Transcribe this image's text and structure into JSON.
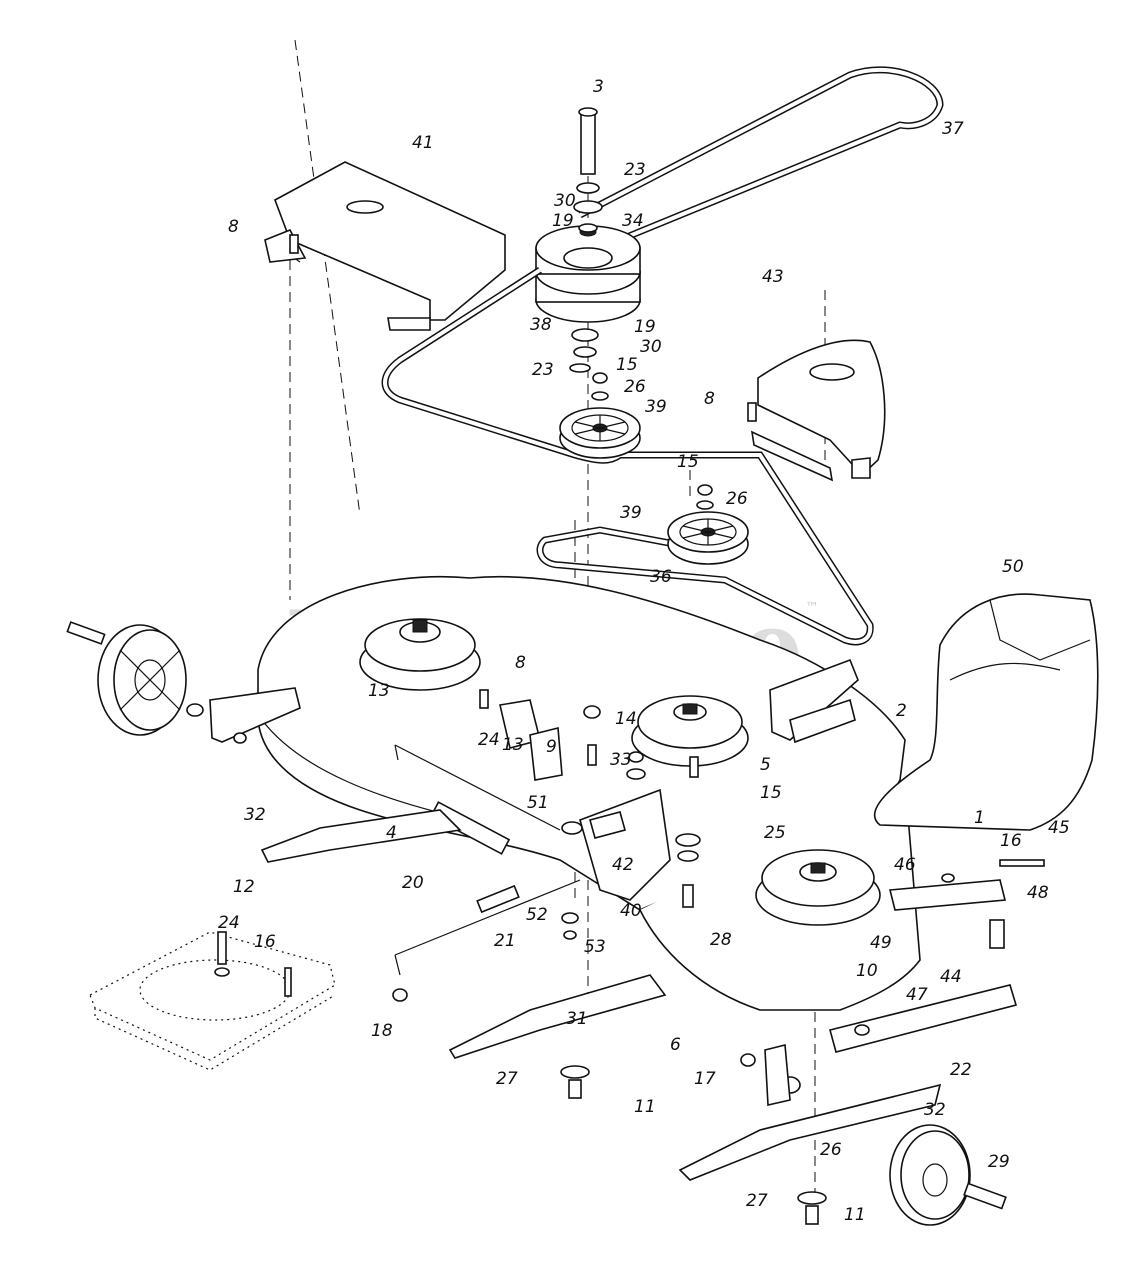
{
  "watermark": {
    "text": "PartsTree",
    "trademark": "™"
  },
  "callouts": [
    {
      "name": "callout-3",
      "text": "3"
    },
    {
      "name": "callout-37",
      "text": "37"
    },
    {
      "name": "callout-41",
      "text": "41"
    },
    {
      "name": "callout-23-top",
      "text": "23"
    },
    {
      "name": "callout-8-left",
      "text": "8"
    },
    {
      "name": "callout-30-top",
      "text": "30"
    },
    {
      "name": "callout-19-top",
      "text": "19"
    },
    {
      "name": "callout-34",
      "text": "34"
    },
    {
      "name": "callout-38",
      "text": "38"
    },
    {
      "name": "callout-19-mid",
      "text": "19"
    },
    {
      "name": "callout-30-mid",
      "text": "30"
    },
    {
      "name": "callout-43",
      "text": "43"
    },
    {
      "name": "callout-23-mid",
      "text": "23"
    },
    {
      "name": "callout-15-top",
      "text": "15"
    },
    {
      "name": "callout-26-top",
      "text": "26"
    },
    {
      "name": "callout-8-right",
      "text": "8"
    },
    {
      "name": "callout-39-top",
      "text": "39"
    },
    {
      "name": "callout-15-mid",
      "text": "15"
    },
    {
      "name": "callout-26-mid",
      "text": "26"
    },
    {
      "name": "callout-39-low",
      "text": "39"
    },
    {
      "name": "callout-36",
      "text": "36"
    },
    {
      "name": "callout-50",
      "text": "50"
    },
    {
      "name": "callout-8-deck",
      "text": "8"
    },
    {
      "name": "callout-2",
      "text": "2"
    },
    {
      "name": "callout-14",
      "text": "14"
    },
    {
      "name": "callout-24-deck",
      "text": "24"
    },
    {
      "name": "callout-13-mid",
      "text": "13"
    },
    {
      "name": "callout-9",
      "text": "9"
    },
    {
      "name": "callout-13-left",
      "text": "13"
    },
    {
      "name": "callout-33",
      "text": "33"
    },
    {
      "name": "callout-5",
      "text": "5"
    },
    {
      "name": "callout-32-left",
      "text": "32"
    },
    {
      "name": "callout-51",
      "text": "51"
    },
    {
      "name": "callout-15-low",
      "text": "15"
    },
    {
      "name": "callout-25",
      "text": "25"
    },
    {
      "name": "callout-1",
      "text": "1"
    },
    {
      "name": "callout-16-right",
      "text": "16"
    },
    {
      "name": "callout-45",
      "text": "45"
    },
    {
      "name": "callout-4",
      "text": "4"
    },
    {
      "name": "callout-42",
      "text": "42"
    },
    {
      "name": "callout-20",
      "text": "20"
    },
    {
      "name": "callout-46",
      "text": "46"
    },
    {
      "name": "callout-48",
      "text": "48"
    },
    {
      "name": "callout-12",
      "text": "12"
    },
    {
      "name": "callout-40",
      "text": "40"
    },
    {
      "name": "callout-52",
      "text": "52"
    },
    {
      "name": "callout-28",
      "text": "28"
    },
    {
      "name": "callout-24-left",
      "text": "24"
    },
    {
      "name": "callout-16-left",
      "text": "16"
    },
    {
      "name": "callout-21",
      "text": "21"
    },
    {
      "name": "callout-53",
      "text": "53"
    },
    {
      "name": "callout-49",
      "text": "49"
    },
    {
      "name": "callout-10",
      "text": "10"
    },
    {
      "name": "callout-44",
      "text": "44"
    },
    {
      "name": "callout-47",
      "text": "47"
    },
    {
      "name": "callout-18",
      "text": "18"
    },
    {
      "name": "callout-31",
      "text": "31"
    },
    {
      "name": "callout-6",
      "text": "6"
    },
    {
      "name": "callout-27-mid",
      "text": "27"
    },
    {
      "name": "callout-11-mid",
      "text": "11"
    },
    {
      "name": "callout-17",
      "text": "17"
    },
    {
      "name": "callout-22",
      "text": "22"
    },
    {
      "name": "callout-32-right",
      "text": "32"
    },
    {
      "name": "callout-29",
      "text": "29"
    },
    {
      "name": "callout-26-low",
      "text": "26"
    },
    {
      "name": "callout-27-low",
      "text": "27"
    },
    {
      "name": "callout-11-low",
      "text": "11"
    }
  ]
}
